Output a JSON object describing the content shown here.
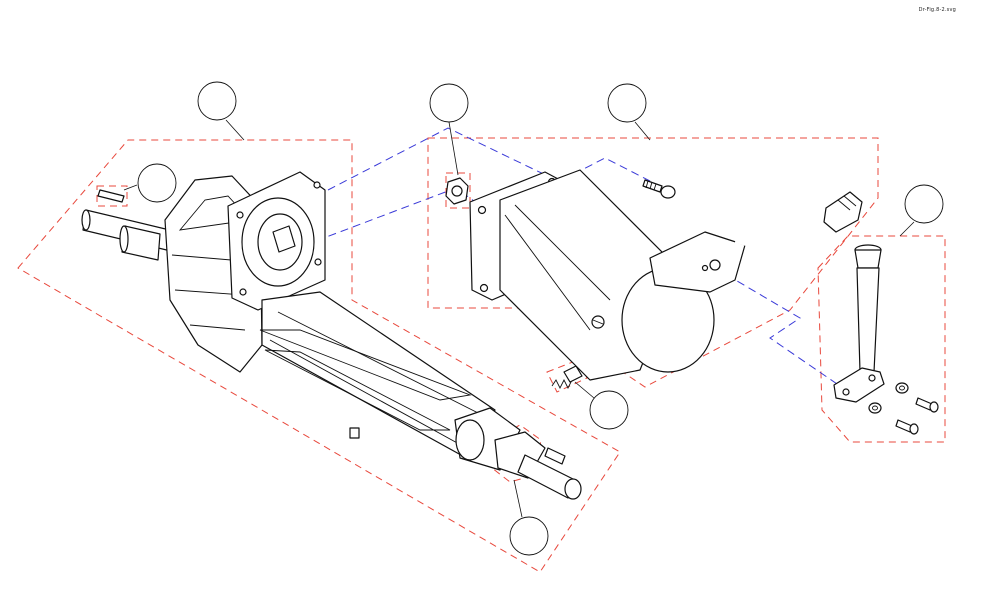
{
  "file_name": "Dr-Fig.8-2.svg",
  "colors": {
    "group_outline": "#e8483c",
    "lead_line": "#3a3ad8",
    "linework": "#111111"
  },
  "callouts": [
    {
      "id": "1",
      "label": ""
    },
    {
      "id": "2",
      "label": ""
    },
    {
      "id": "3",
      "label": ""
    },
    {
      "id": "4",
      "label": ""
    },
    {
      "id": "5",
      "label": ""
    },
    {
      "id": "6",
      "label": ""
    },
    {
      "id": "7",
      "label": ""
    }
  ]
}
